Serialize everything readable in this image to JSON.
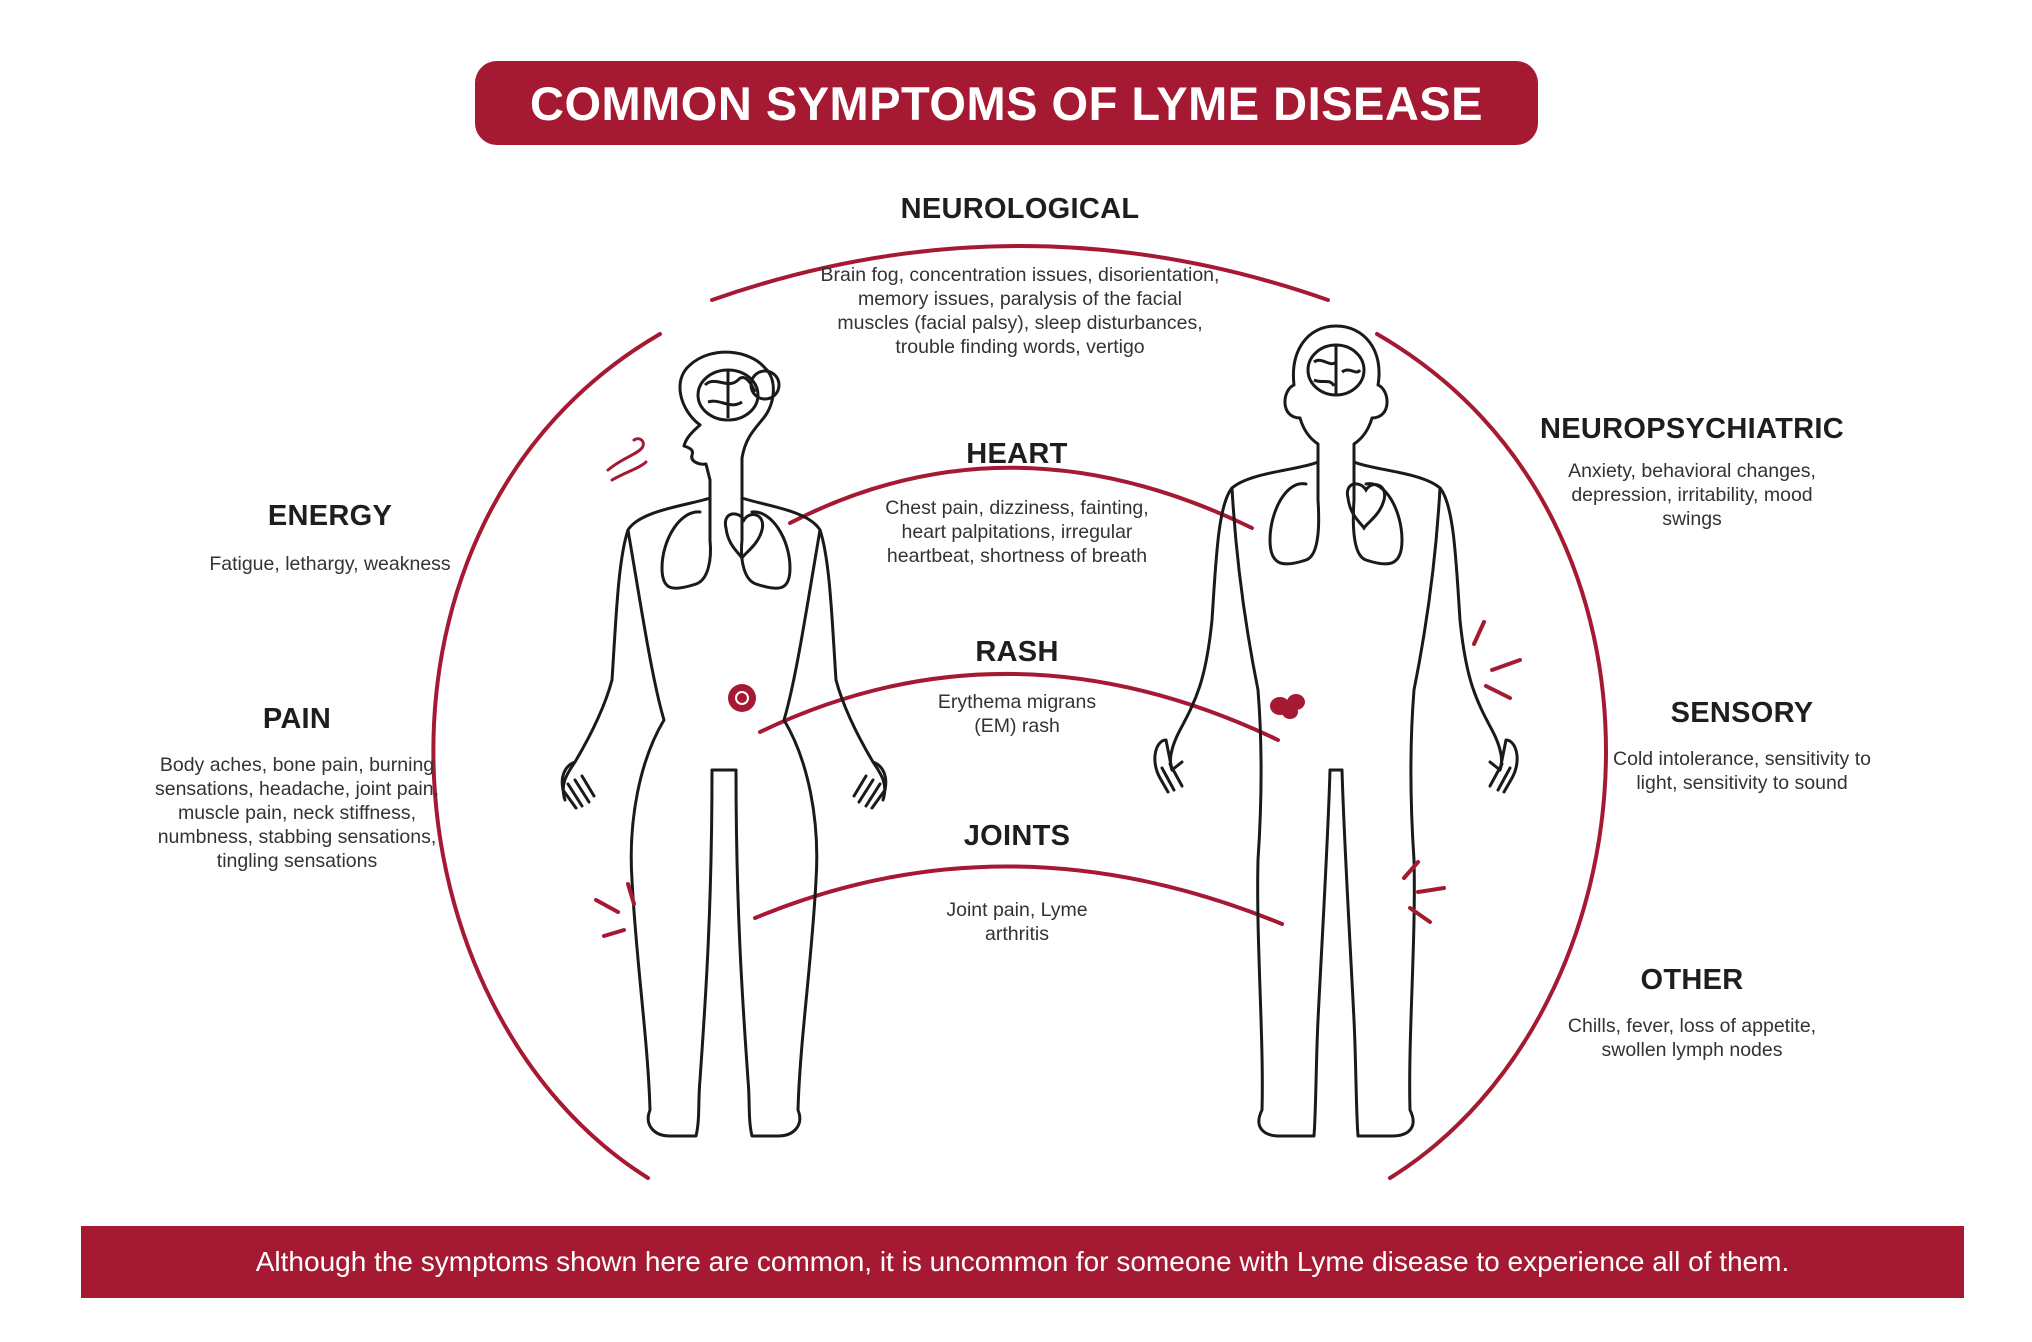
{
  "title": "COMMON SYMPTOMS OF LYME DISEASE",
  "sections": {
    "neurological": {
      "heading": "NEUROLOGICAL",
      "text": "Brain fog, concentration issues, disorientation, memory issues, paralysis of the facial muscles (facial palsy), sleep disturbances, trouble finding words, vertigo"
    },
    "heart": {
      "heading": "HEART",
      "text": "Chest pain, dizziness, fainting, heart palpitations, irregular heartbeat, shortness of breath"
    },
    "rash": {
      "heading": "RASH",
      "text": "Erythema migrans (EM) rash"
    },
    "joints": {
      "heading": "JOINTS",
      "text": "Joint pain, Lyme arthritis"
    },
    "energy": {
      "heading": "ENERGY",
      "text": "Fatigue, lethargy, weakness"
    },
    "pain": {
      "heading": "PAIN",
      "text": "Body aches, bone pain, burning sensations, headache, joint pain, muscle pain, neck stiffness, numbness, stabbing sensations, tingling sensations"
    },
    "neuropsychiatric": {
      "heading": "NEUROPSYCHIATRIC",
      "text": "Anxiety, behavioral changes, depression, irritability, mood swings"
    },
    "sensory": {
      "heading": "SENSORY",
      "text": "Cold intolerance, sensitivity to light, sensitivity to sound"
    },
    "other": {
      "heading": "OTHER",
      "text": "Chills, fever, loss of appetite, swollen lymph nodes"
    }
  },
  "footer": "Although the symptoms shown here are common, it is uncommon for someone with Lyme disease to experience all of them.",
  "colors": {
    "accent": "#a51a32",
    "outline": "#1a1a1a",
    "text": "#222222"
  },
  "figures": {
    "female": [
      "brain-icon",
      "lungs-icon",
      "heart-icon",
      "breath-icon",
      "rash-mark-icon",
      "pain-mark-icon"
    ],
    "male": [
      "brain-icon",
      "lungs-icon",
      "heart-icon",
      "rash-mark-icon",
      "pain-mark-icon"
    ]
  }
}
